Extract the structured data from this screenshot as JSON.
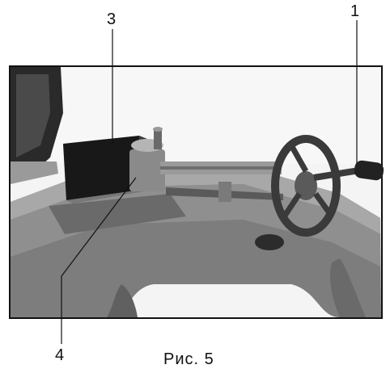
{
  "callouts": {
    "label_1": "1",
    "label_3": "3",
    "label_4": "4"
  },
  "caption": "Рис. 5",
  "colors": {
    "frame": "#111111",
    "base_dark": "#6f6f6f",
    "base_light": "#a9a9a9",
    "metal": "#8a8a8a",
    "black_part": "#1a1a1a"
  }
}
